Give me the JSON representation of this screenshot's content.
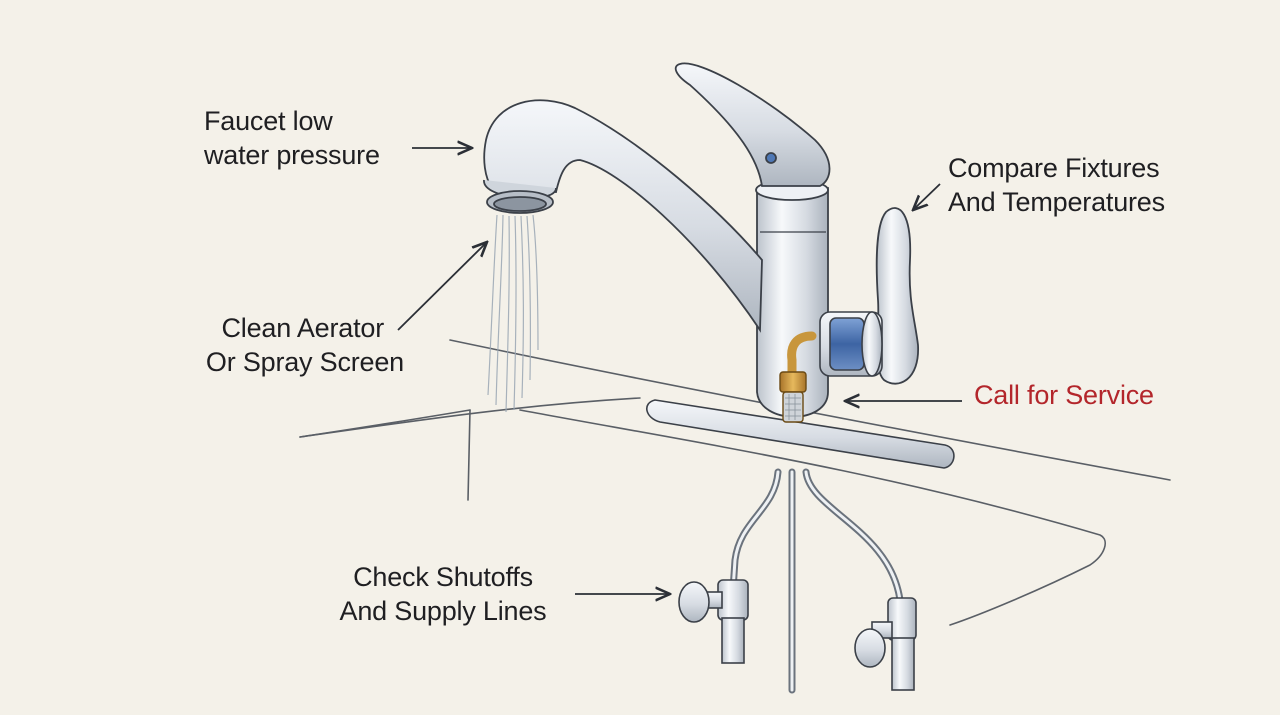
{
  "labels": {
    "pressure": {
      "line1": "Faucet low",
      "line2": "water pressure"
    },
    "compare": {
      "line1": "Compare Fixtures",
      "line2": "And Temperatures"
    },
    "aerator": {
      "line1": "Clean Aerator",
      "line2": "Or Spray Screen"
    },
    "service": {
      "text": "Call for Service"
    },
    "shutoffs": {
      "line1": "Check Shutoffs",
      "line2": "And Supply Lines"
    }
  },
  "colors": {
    "background": "#f4f1e9",
    "ink": "#2b2f36",
    "chrome": "#dfe3e8",
    "service_text": "#b3262b",
    "cartridge_blue": "#4f78b5",
    "brass": "#c8963c"
  }
}
